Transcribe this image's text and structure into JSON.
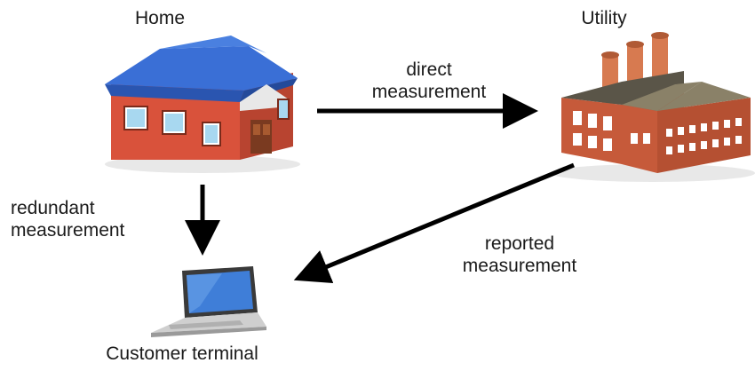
{
  "nodes": {
    "home": {
      "label": "Home",
      "icon": "house-icon"
    },
    "utility": {
      "label": "Utility",
      "icon": "factory-icon"
    },
    "terminal": {
      "label": "Customer terminal",
      "icon": "laptop-icon"
    }
  },
  "edges": {
    "direct": {
      "line1": "direct",
      "line2": "measurement"
    },
    "redundant": {
      "line1": "redundant",
      "line2": "measurement"
    },
    "reported": {
      "line1": "reported",
      "line2": "measurement"
    }
  },
  "colors": {
    "roof": "#2f5fc4",
    "wall": "#d9523b",
    "factory_roof": "#8a8168",
    "factory_wall": "#c65a3a",
    "arrow": "#000000"
  }
}
